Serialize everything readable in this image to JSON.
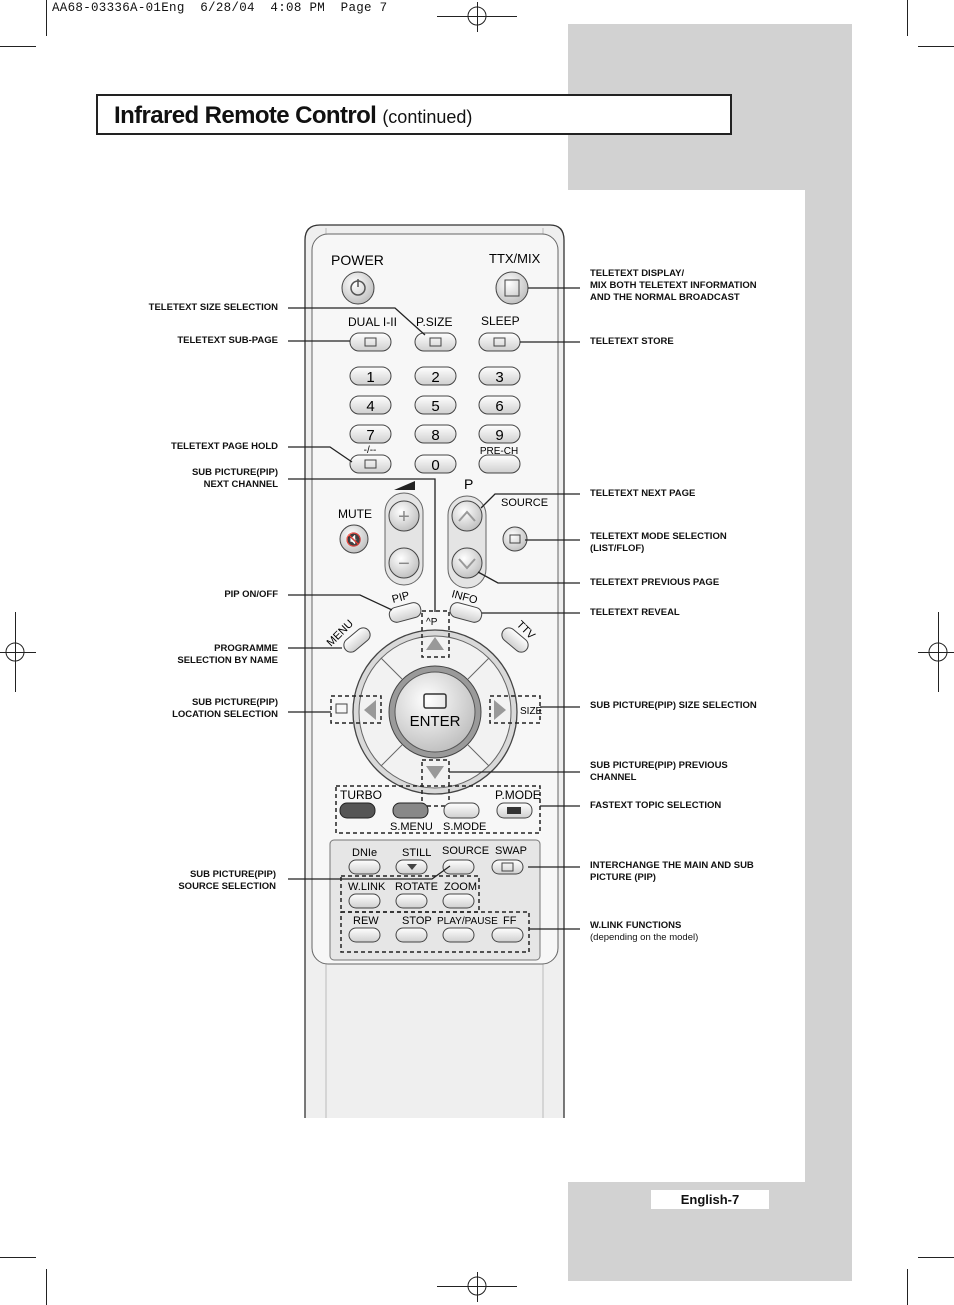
{
  "print_header": "AA68-03336A-01Eng  6/28/04  4:08 PM  Page 7",
  "title": {
    "main": "Infrared Remote Control",
    "sub": "(continued)"
  },
  "page_label": "English-7",
  "remote": {
    "power": "POWER",
    "ttx_mix": "TTX/MIX",
    "dual": "DUAL I-II",
    "psize": "P.SIZE",
    "sleep": "SLEEP",
    "digits": [
      "1",
      "2",
      "3",
      "4",
      "5",
      "6",
      "7",
      "8",
      "9",
      "0"
    ],
    "dash": "-/--",
    "prech": "PRE-CH",
    "mute": "MUTE",
    "p": "P",
    "source": "SOURCE",
    "pip": "PIP",
    "info": "INFO",
    "menu": "MENU",
    "ttv": "TTV",
    "enter": "ENTER",
    "size": "SIZE",
    "turbo": "TURBO",
    "pmode": "P.MODE",
    "smenu": "S.MENU",
    "smode": "S.MODE",
    "dnie": "DNIe",
    "still": "STILL",
    "source2": "SOURCE",
    "swap": "SWAP",
    "wlink": "W.LINK",
    "rotate": "ROTATE",
    "zoom": "ZOOM",
    "rew": "REW",
    "stop": "STOP",
    "playpause": "PLAY/PAUSE",
    "ff": "FF"
  },
  "labels_left": [
    "TELETEXT SIZE SELECTION",
    "TELETEXT SUB-PAGE",
    "TELETEXT PAGE HOLD",
    "SUB PICTURE(PIP)\nNEXT CHANNEL",
    "PIP ON/OFF",
    "PROGRAMME\nSELECTION BY NAME",
    "SUB PICTURE(PIP)\nLOCATION SELECTION",
    "SUB PICTURE(PIP)\nSOURCE SELECTION"
  ],
  "labels_right": [
    "TELETEXT DISPLAY/\nMIX BOTH TELETEXT INFORMATION\nAND THE NORMAL BROADCAST",
    "TELETEXT STORE",
    "TELETEXT NEXT PAGE",
    "TELETEXT MODE SELECTION\n(LIST/FLOF)",
    "TELETEXT PREVIOUS PAGE",
    "TELETEXT REVEAL",
    "SUB PICTURE(PIP) SIZE SELECTION",
    "SUB PICTURE(PIP) PREVIOUS\nCHANNEL",
    "FASTEXT TOPIC SELECTION",
    "INTERCHANGE THE MAIN AND SUB\nPICTURE (PIP)",
    "W.LINK FUNCTIONS"
  ],
  "wlink_note": "(depending on the model)"
}
